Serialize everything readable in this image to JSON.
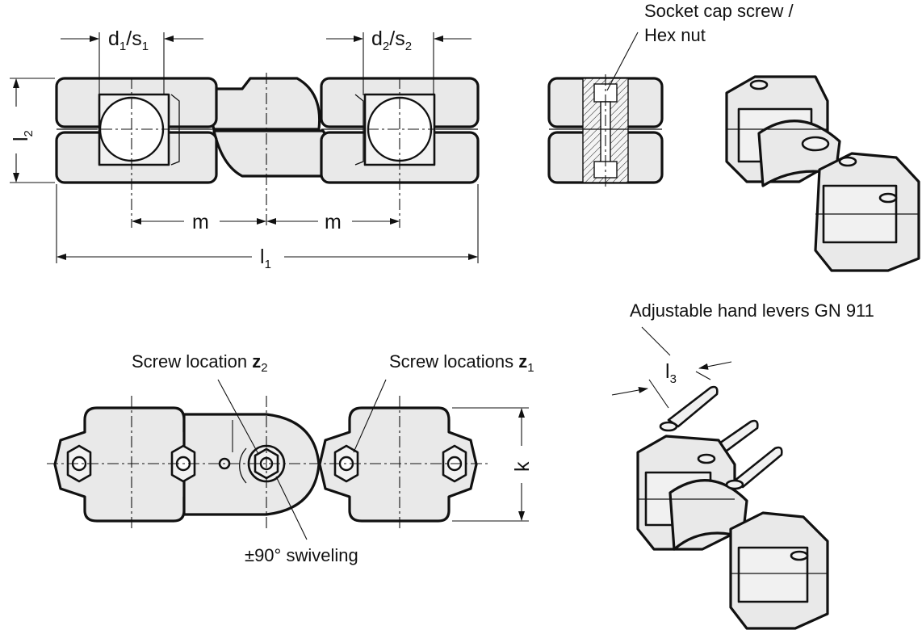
{
  "dimensions": {
    "d1s1": "d1/s1",
    "d2s2": "d2/s2",
    "l2": "l2",
    "m_left": "m",
    "m_right": "m",
    "l1": "l1",
    "k": "k",
    "l3": "l3"
  },
  "callouts": {
    "socket_cap": "Socket cap screw /",
    "hex_nut": "Hex nut",
    "hand_levers": "Adjustable hand levers GN 911",
    "screw_z2": "Screw location z₂",
    "screw_z1": "Screw locations z₁",
    "swivel": "±90° swiveling"
  }
}
